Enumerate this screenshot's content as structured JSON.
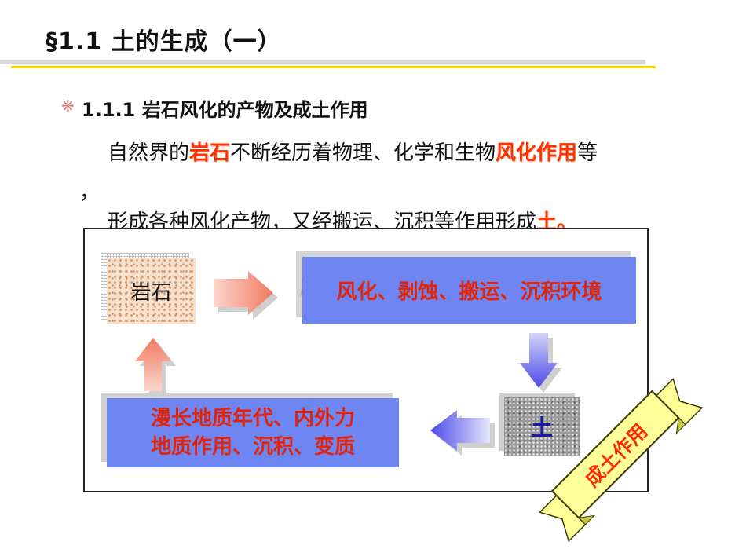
{
  "slide": {
    "title": "§1.1  土的生成（一）",
    "bullet_glyph": "❋",
    "subheading": "1.1.1  岩石风化的产物及成土作用",
    "paragraph": {
      "line1_a": "自然界的",
      "line1_hl1": "岩石",
      "line1_b": "不断经历着物理、化学和生物",
      "line1_hl2": "风化作用",
      "line1_c": "等",
      "line2": "，",
      "line3_a": "形成各种风化产物，又经搬运、沉积等作用形成",
      "line3_hl": "土。"
    }
  },
  "diagram": {
    "rock_label": "岩石",
    "environment_label": "风化、剥蚀、搬运、沉积环境",
    "soil_label": "土",
    "geologic_line1": "漫长地质年代、内外力",
    "geologic_line2": "地质作用、沉积、变质",
    "banner_label": "成土作用"
  },
  "colors": {
    "accent_red": "#ff3300",
    "box_blue": "#6f86f2",
    "title_rule": "#ffd200",
    "banner_fill": "#ffff99",
    "arrow_salmon": "#f07a60",
    "arrow_blue": "#5a5aee"
  }
}
